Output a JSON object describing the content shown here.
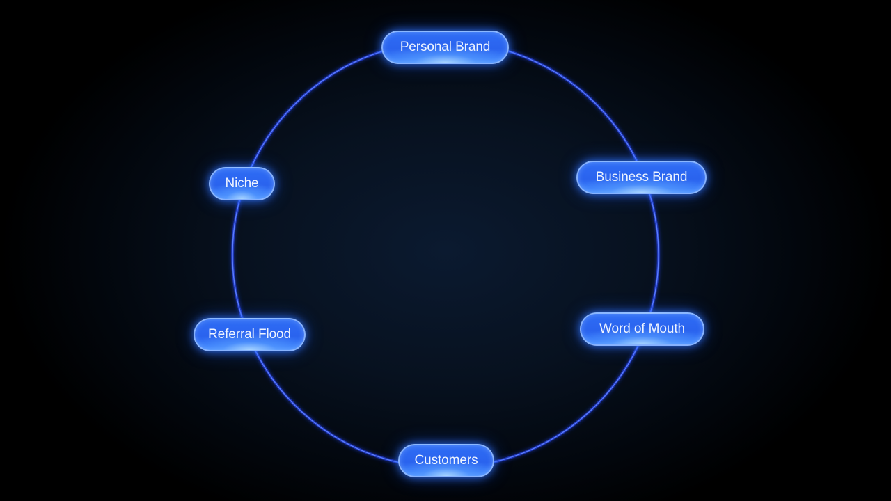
{
  "diagram": {
    "type": "cycle",
    "ring_color": "#3a5cff",
    "node_color": "#2f6df5",
    "nodes": [
      {
        "id": "personal-brand",
        "label": "Personal Brand"
      },
      {
        "id": "business-brand",
        "label": "Business Brand"
      },
      {
        "id": "word-of-mouth",
        "label": "Word of Mouth"
      },
      {
        "id": "customers",
        "label": "Customers"
      },
      {
        "id": "referral-flood",
        "label": "Referral Flood"
      },
      {
        "id": "niche",
        "label": "Niche"
      }
    ]
  }
}
